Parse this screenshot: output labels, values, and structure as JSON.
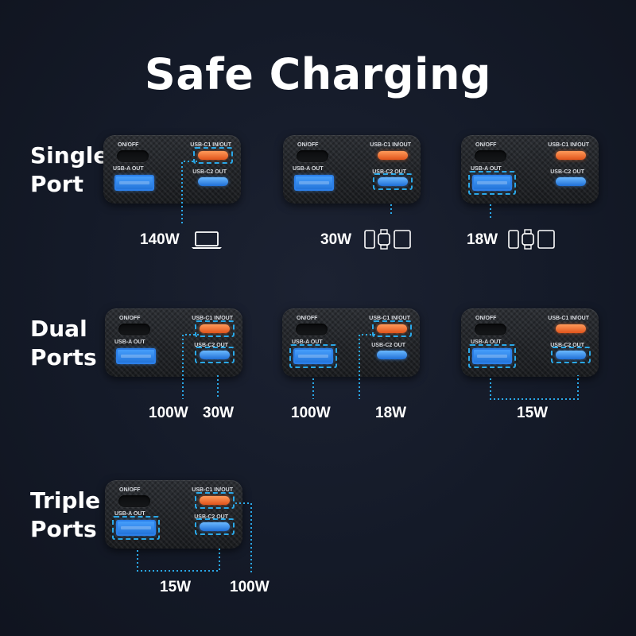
{
  "title": "Safe Charging",
  "accent_colors": {
    "usb_c1": "#f26a2c",
    "usb_c2": "#3a8ff0",
    "usb_a": "#3a8ff0",
    "connector": "#2aa8e8"
  },
  "port_labels": {
    "on_off": "ON/OFF",
    "usb_a": "USB-A OUT",
    "usb_c1": "USB-C1 IN/OUT",
    "usb_c2": "USB-C2 OUT"
  },
  "rows": {
    "single": {
      "line1": "Single",
      "line2": "Port"
    },
    "dual": {
      "line1": "Dual",
      "line2": "Ports"
    },
    "triple": {
      "line1": "Triple",
      "line2": "Ports"
    }
  },
  "watts": {
    "s1": "140W",
    "s2": "30W",
    "s3": "18W",
    "d1a": "100W",
    "d1b": "30W",
    "d2a": "100W",
    "d2b": "18W",
    "d3": "15W",
    "t1a": "15W",
    "t1b": "100W"
  },
  "icons": {
    "s1": "laptop-icon",
    "s2": "phone-watch-tablet-icon",
    "s3": "phone-watch-tablet-icon"
  }
}
